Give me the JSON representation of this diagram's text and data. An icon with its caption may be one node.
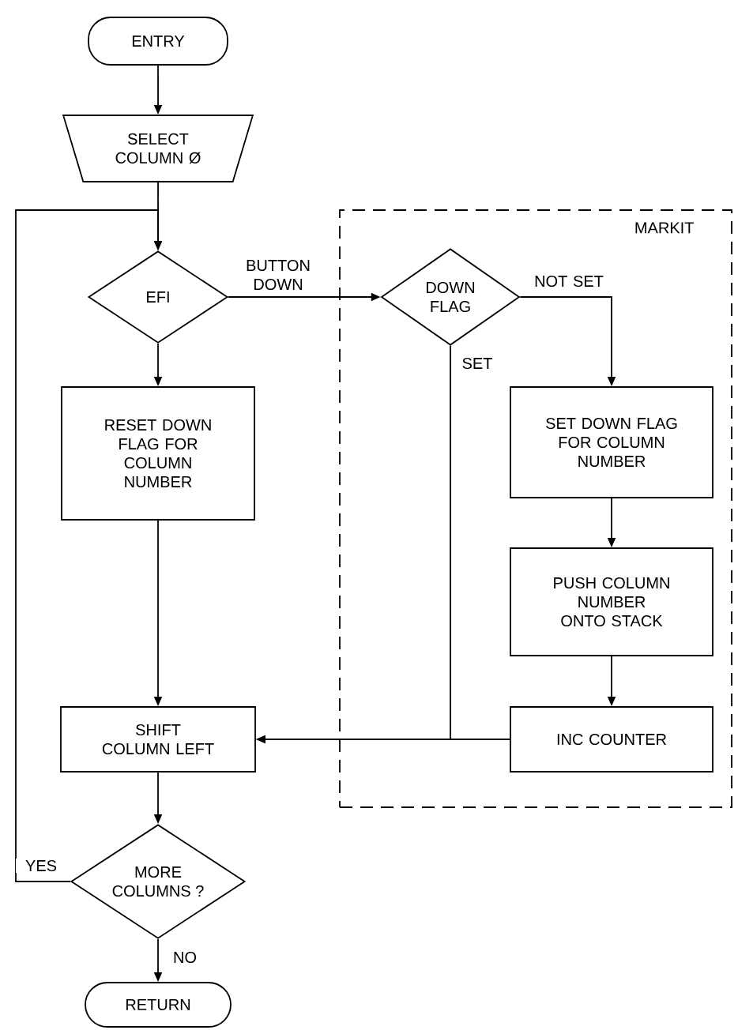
{
  "diagram": {
    "nodes": [
      {
        "text": [
          "ENTRY"
        ]
      },
      {
        "text": [
          "SELECT COLUMN Ø"
        ]
      },
      {
        "text": [
          "EFI"
        ]
      },
      {
        "text": [
          "RESET DOWN FLAG FOR COLUMN NUMBER"
        ]
      },
      {
        "text": [
          "MARKIT"
        ]
      },
      {
        "text": [
          "DOWN FLAG"
        ],
        "in": 4
      },
      {
        "text": [
          "SET DOWN FLAG FOR COLUMN NUMBER"
        ],
        "in": 4
      },
      {
        "text": [
          "PUSH COLUMN NUMBER ONTO STACK"
        ],
        "in": 4
      },
      {
        "text": [
          "INC COUNTER"
        ],
        "in": 4
      },
      {
        "text": [
          "SHIFT COLUMN LEFT"
        ]
      },
      {
        "text": [
          "MORE COLUMNS ?"
        ]
      },
      {
        "text": [
          "RETURN"
        ]
      }
    ],
    "edges": [
      {
        "from": 0,
        "to": 1,
        "arrow": "to"
      },
      {
        "from": 1,
        "to": 2,
        "arrow": "to"
      },
      {
        "from": 2,
        "to": 5,
        "arrow": "to",
        "label": "BUTTON DOWN"
      },
      {
        "from": 2,
        "to": 3,
        "arrow": "to"
      },
      {
        "from": 3,
        "to": 9,
        "arrow": "to"
      },
      {
        "from": 5,
        "to": 6,
        "arrow": "to",
        "label": "NOT SET"
      },
      {
        "from": 5,
        "to": 9,
        "arrow": "to",
        "label": "SET"
      },
      {
        "from": 6,
        "to": 7,
        "arrow": "to"
      },
      {
        "from": 7,
        "to": 8,
        "arrow": "to"
      },
      {
        "from": 8,
        "to": 9,
        "arrow": "to"
      },
      {
        "from": 9,
        "to": 10,
        "arrow": "to"
      },
      {
        "from": 10,
        "to": 2,
        "arrow": "to",
        "label": "YES"
      },
      {
        "from": 10,
        "to": 11,
        "arrow": "to",
        "label": "NO"
      }
    ]
  }
}
